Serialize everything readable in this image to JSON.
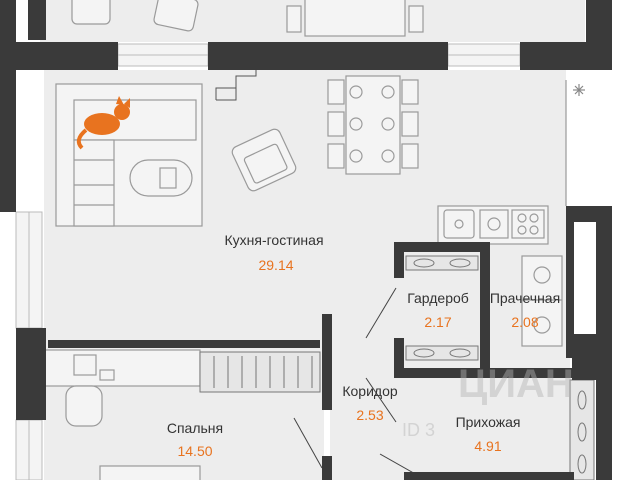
{
  "colors": {
    "wall": "#3a3a3a",
    "floor": "#ededed",
    "furniture_stroke": "#9a9a9a",
    "furniture_fill": "#f4f4f4",
    "area_text": "#e8731f",
    "label_text": "#333333",
    "cat": "#e8731f",
    "window": "#cfcfcf"
  },
  "icons": {
    "cat": "cat-icon",
    "exhaust": "asterisk-icon"
  },
  "rooms": [
    {
      "id": "kitchen-living",
      "label": "Кухня-гостиная",
      "area": "29.14"
    },
    {
      "id": "wardrobe",
      "label": "Гардероб",
      "area": "2.17"
    },
    {
      "id": "laundry",
      "label": "Прачечная",
      "area": "2.08"
    },
    {
      "id": "corridor",
      "label": "Коридор",
      "area": "2.53"
    },
    {
      "id": "bedroom",
      "label": "Спальня",
      "area": "14.50"
    },
    {
      "id": "hallway",
      "label": "Прихожая",
      "area": "4.91"
    }
  ],
  "watermark": {
    "brand": "ЦИАН",
    "id_text": "ID 3"
  }
}
